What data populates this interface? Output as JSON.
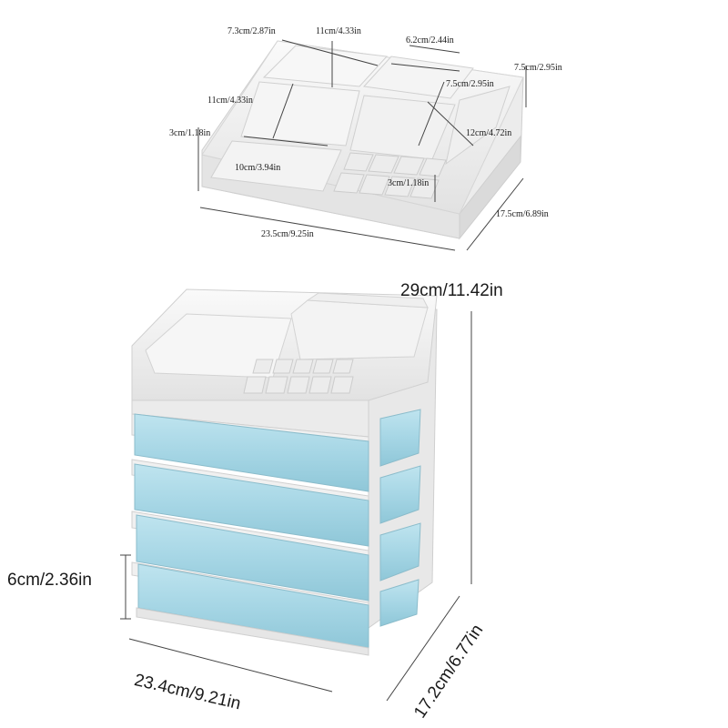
{
  "top_organizer": {
    "labels": {
      "d1": "7.3cm/2.87in",
      "d2": "11cm/4.33in",
      "d3": "6.2cm/2.44in",
      "d4": "7.5cm/2.95in",
      "d5": "7.5cm/2.95in",
      "d6": "11cm/4.33in",
      "d7": "3cm/1.18in",
      "d8": "12cm/4.72in",
      "d9": "10cm/3.94in",
      "d10": "3cm/1.18in",
      "d11": "17.5cm/6.89in",
      "d12": "23.5cm/9.25in"
    }
  },
  "drawer_unit": {
    "labels": {
      "height": "29cm/11.42in",
      "drawer_height": "6cm/2.36in",
      "width": "23.4cm/9.21in",
      "depth": "17.2cm/6.77in"
    }
  },
  "colors": {
    "white_plastic": "#f2f2f2",
    "drawer_blue": "#a9d8e6",
    "line": "#333333"
  }
}
